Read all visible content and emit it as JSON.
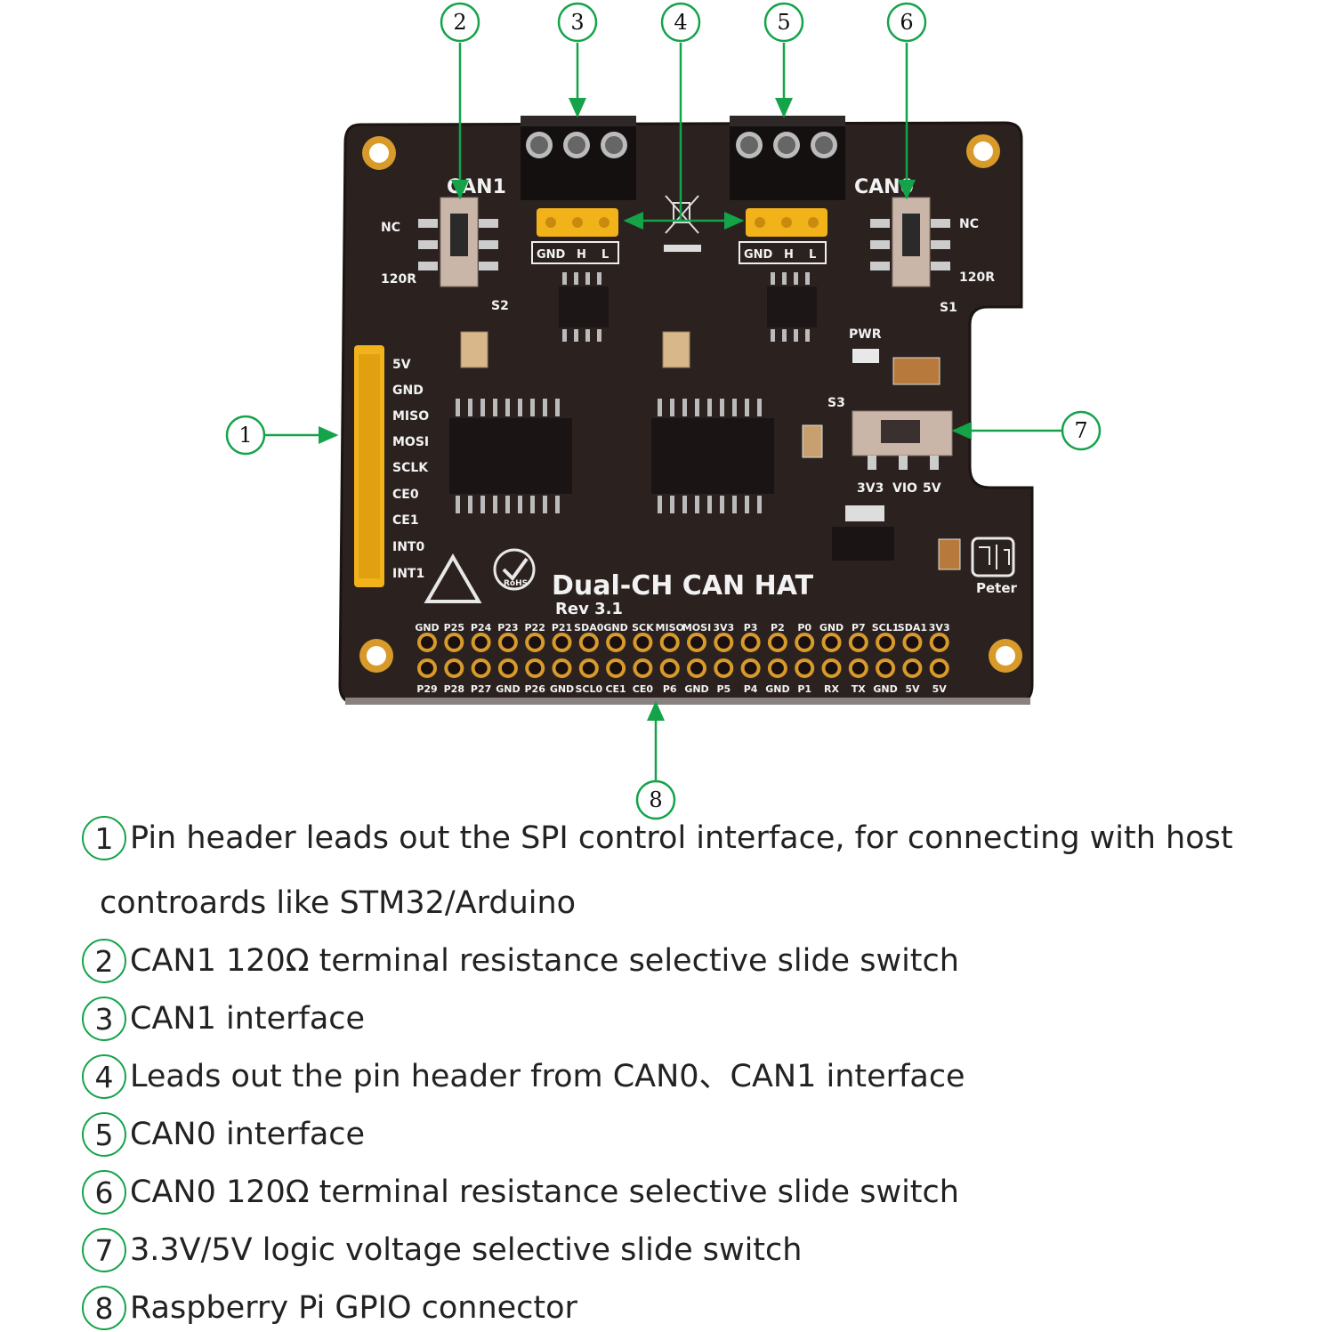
{
  "board": {
    "title": "Dual-CH CAN HAT",
    "revision": "Rev 3.1",
    "maker_mark": "Peter",
    "can1_label": "CAN1",
    "can0_label": "CAN0",
    "terminal_left": [
      "GND",
      "H",
      "L"
    ],
    "terminal_right": [
      "GND",
      "H",
      "L"
    ],
    "switch_left_labels": [
      "NC",
      "120R",
      "S2"
    ],
    "switch_right_labels": [
      "NC",
      "120R",
      "S1"
    ],
    "voltage_labels": [
      "PWR",
      "S3",
      "3V3",
      "VIO",
      "5V"
    ],
    "spi_header": [
      "5V",
      "GND",
      "MISO",
      "MOSI",
      "SCLK",
      "CE0",
      "CE1",
      "INT0",
      "INT1"
    ],
    "gpio_top_row": [
      "GND",
      "P25",
      "P24",
      "P23",
      "P22",
      "P21",
      "SDA0",
      "GND",
      "SCK",
      "MISO",
      "MOSI",
      "3V3",
      "P3",
      "P2",
      "P0",
      "GND",
      "P7",
      "SCL1",
      "SDA1",
      "3V3"
    ],
    "gpio_bottom_row": [
      "P29",
      "P28",
      "P27",
      "GND",
      "P26",
      "GND",
      "SCL0",
      "CE1",
      "CE0",
      "P6",
      "GND",
      "P5",
      "P4",
      "GND",
      "P1",
      "RX",
      "TX",
      "GND",
      "5V",
      "5V"
    ],
    "rohs": "RoHS"
  },
  "callouts": [
    "1",
    "2",
    "3",
    "4",
    "5",
    "6",
    "7",
    "8"
  ],
  "legend": [
    {
      "num": "1",
      "text": "Pin header leads out the SPI control interface, for connecting with host",
      "cont": "controards like STM32/Arduino"
    },
    {
      "num": "2",
      "text": "CAN1 120Ω terminal resistance selective slide switch"
    },
    {
      "num": "3",
      "text": "CAN1 interface"
    },
    {
      "num": "4",
      "text": "Leads out the pin header from CAN0、CAN1 interface"
    },
    {
      "num": "5",
      "text": "CAN0 interface"
    },
    {
      "num": "6",
      "text": "CAN0 120Ω terminal resistance selective slide switch"
    },
    {
      "num": "7",
      "text": "3.3V/5V logic voltage selective slide switch"
    },
    {
      "num": "8",
      "text": "Raspberry Pi GPIO connector"
    }
  ],
  "colors": {
    "pcb": "#2b2220",
    "callout": "#15a34a",
    "header": "#f2b21a",
    "gold": "#d89a2a"
  }
}
